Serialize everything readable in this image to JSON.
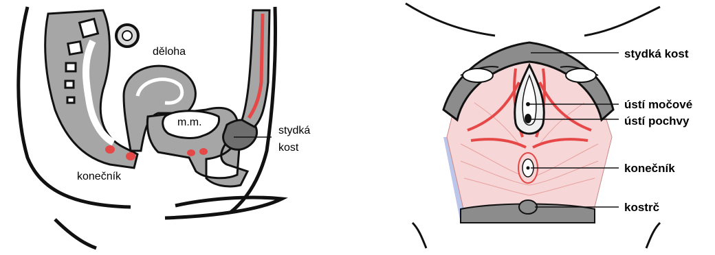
{
  "sagittal_view": {
    "labels": {
      "uterus": "děloha",
      "bladder": "m.m.",
      "pubic_bone_line1": "stydká",
      "pubic_bone_line2": "kost",
      "rectum": "konečník"
    }
  },
  "inferior_view": {
    "labels": {
      "pubic_bone": "stydká kost",
      "urethral_opening": "ústí močové",
      "vaginal_opening": "ústí pochvy",
      "anus": "konečník",
      "coccyx": "kostrč"
    }
  },
  "colors": {
    "tissue_gray": "#a6a6a6",
    "bone_dark": "#6e6e6e",
    "muscle_red": "#e64747",
    "muscle_pink": "#f6d6d6",
    "fat_blue": "#bcc5ea",
    "outline": "#111111"
  }
}
